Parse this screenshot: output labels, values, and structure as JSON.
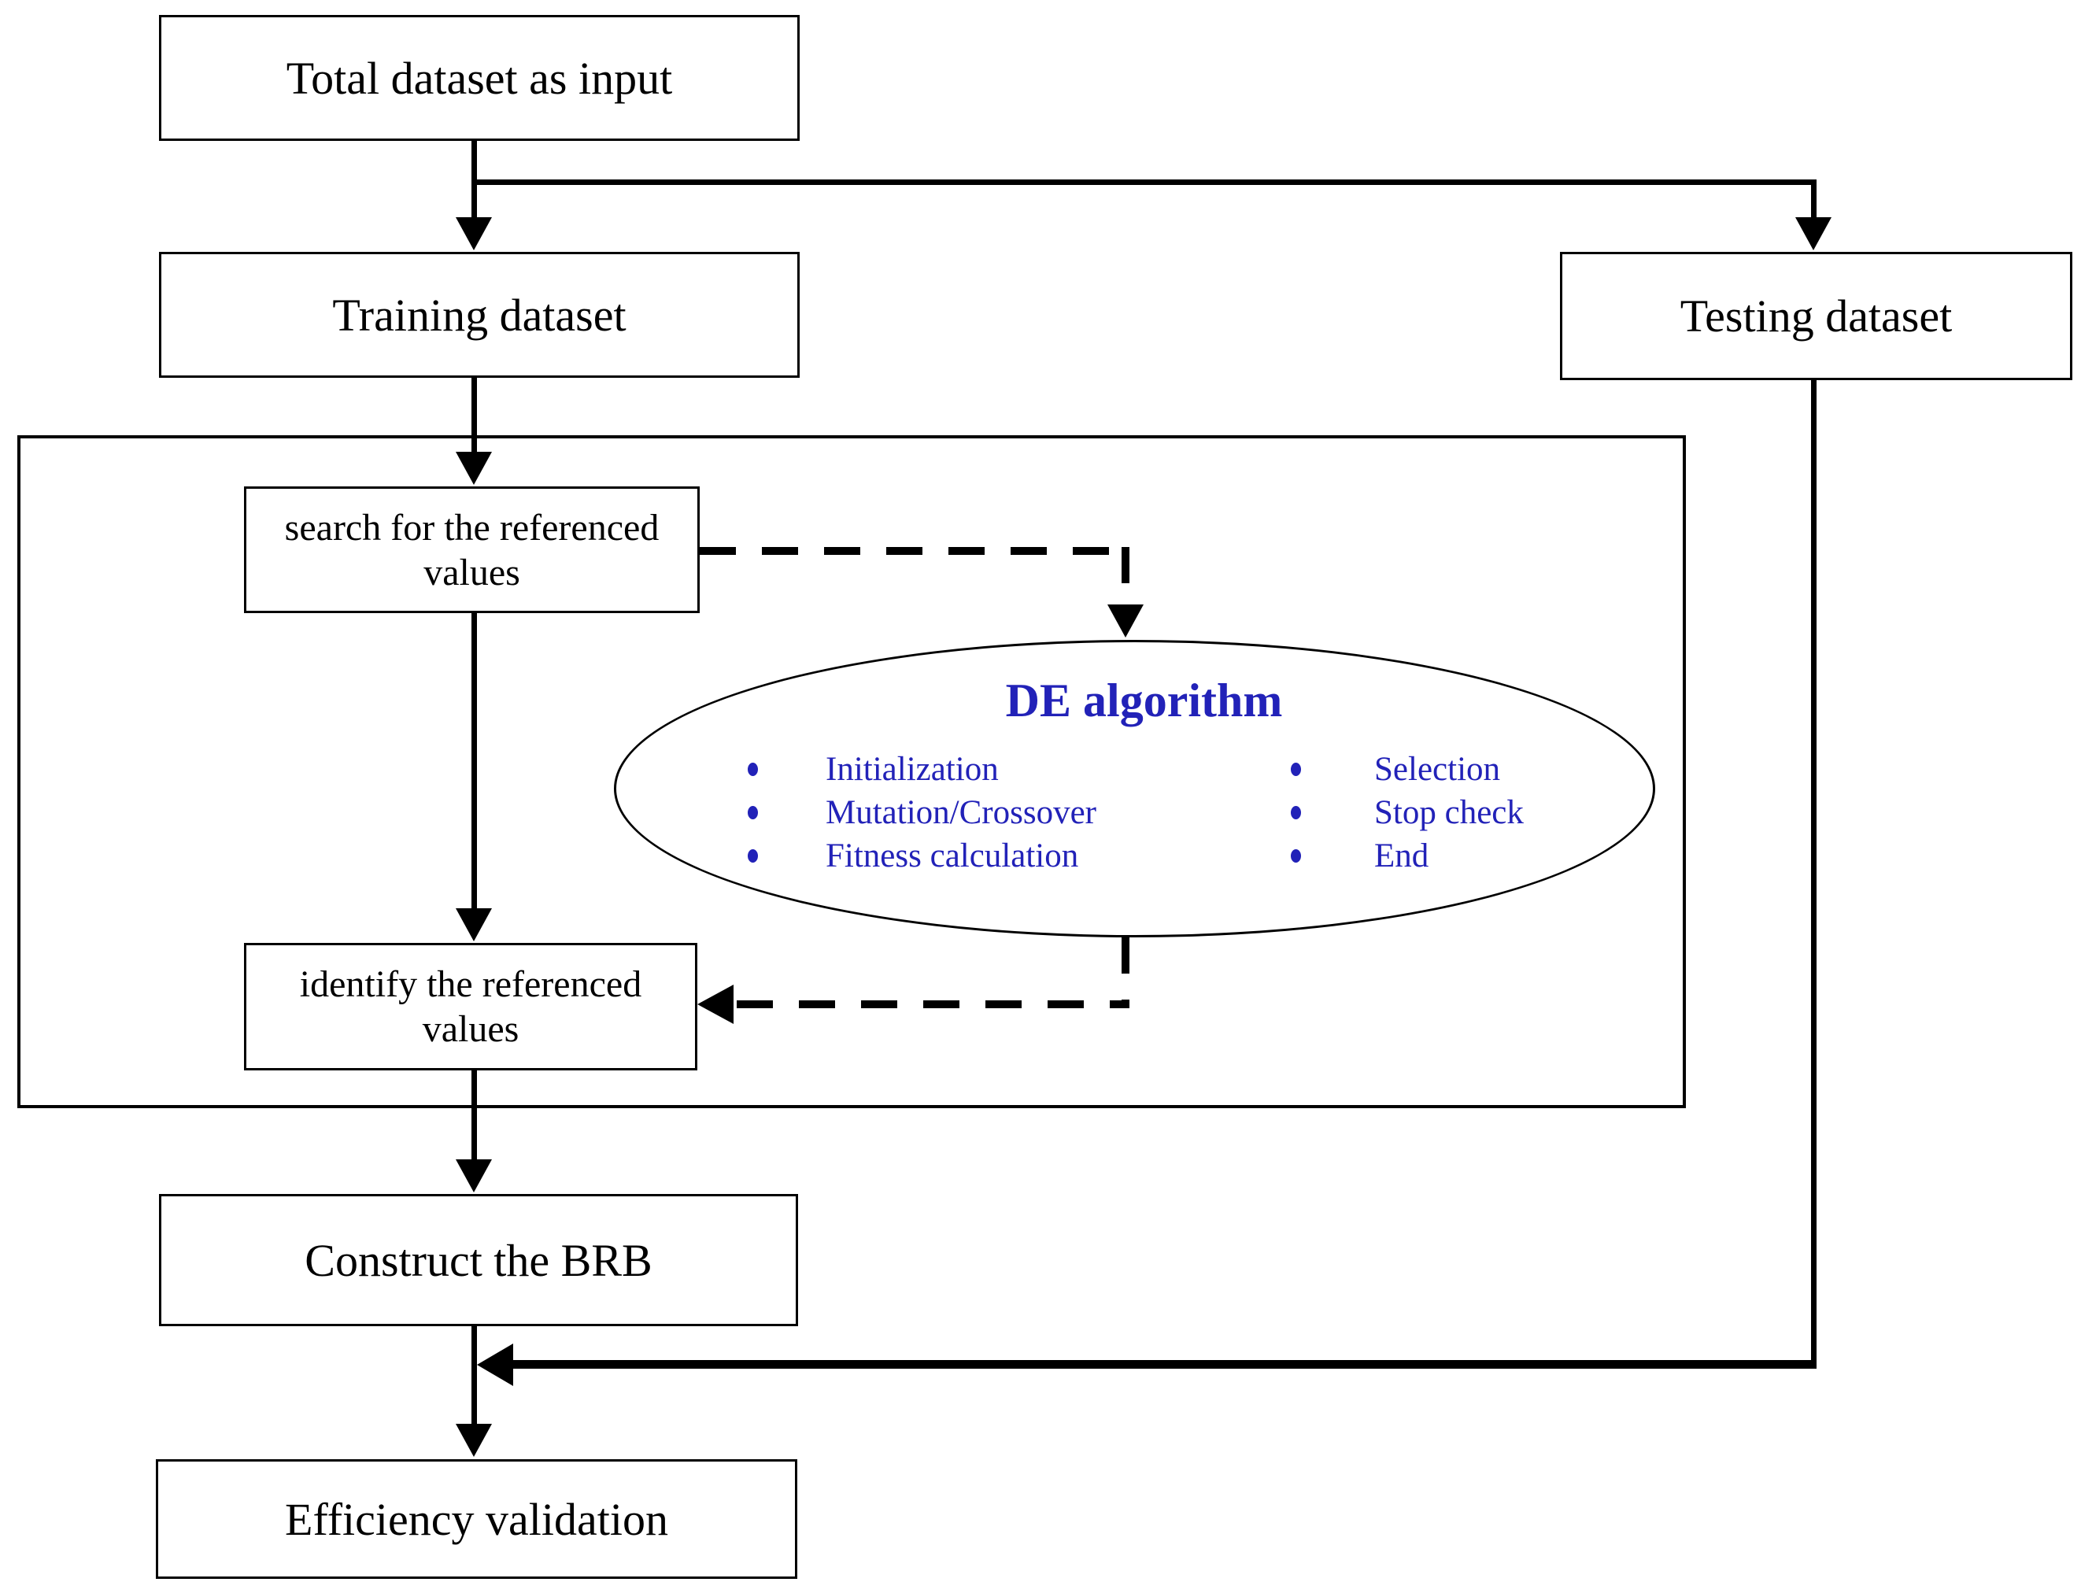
{
  "nodes": {
    "total": {
      "label": "Total dataset as input"
    },
    "training": {
      "label": "Training dataset"
    },
    "testing": {
      "label": "Testing dataset"
    },
    "search": {
      "label": "search for the referenced values"
    },
    "identify": {
      "label": "identify the referenced values"
    },
    "construct": {
      "label": "Construct the BRB"
    },
    "efficiency": {
      "label": "Efficiency validation"
    }
  },
  "ellipse": {
    "title": "DE algorithm",
    "left_items": [
      "Initialization",
      "Mutation/Crossover",
      "Fitness calculation"
    ],
    "right_items": [
      "Selection",
      "Stop check",
      "End"
    ]
  },
  "colors": {
    "text_blue": "#2222b8",
    "line_black": "#000000"
  }
}
